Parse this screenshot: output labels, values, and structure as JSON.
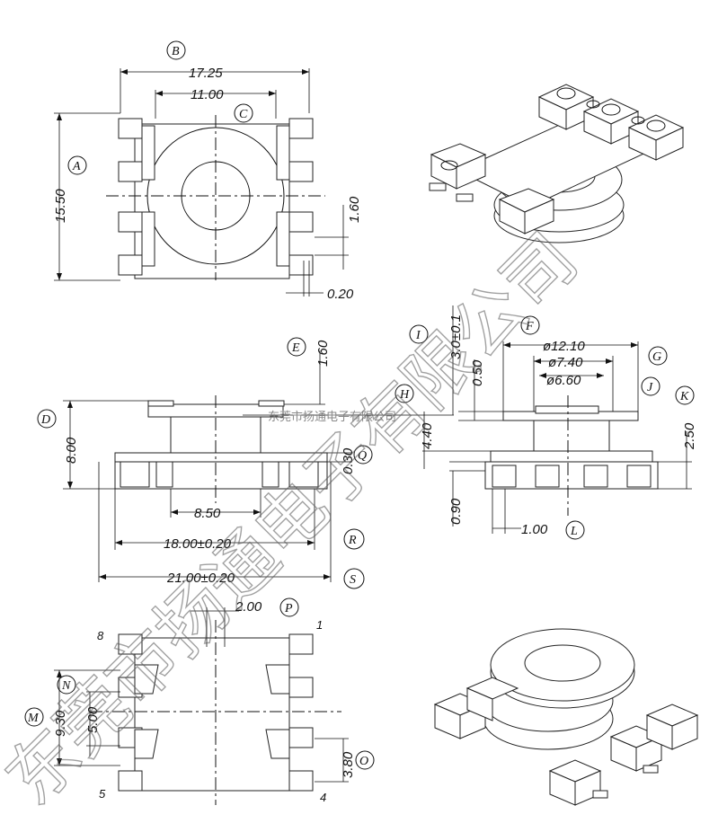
{
  "top_view": {
    "label_A": "A",
    "label_B": "B",
    "label_C": "C",
    "dim_width": "17.25",
    "dim_inner": "11.00",
    "dim_height": "15.50",
    "dim_pad": "1.60",
    "dim_gap": "0.20"
  },
  "front_view": {
    "label_D": "D",
    "label_E": "E",
    "label_Q": "Q",
    "label_R": "R",
    "label_S": "S",
    "dim_height": "8.00",
    "dim_top": "1.60",
    "dim_q": "0.30",
    "dim_core": "8.50",
    "dim_span": "18.00±0.20",
    "dim_total": "21.00±0.20",
    "inline_text": "东莞市扬通电子有限公司"
  },
  "side_view": {
    "label_F": "F",
    "label_G": "G",
    "label_H": "H",
    "label_I": "I",
    "label_J": "J",
    "label_K": "K",
    "label_L": "L",
    "dim_outer": "ø12.10",
    "dim_mid": "ø7.40",
    "dim_inner": "ø6.60",
    "dim_i": "3.0±0.1",
    "dim_h": "0.50",
    "dim_body": "4.40",
    "dim_k": "2.50",
    "dim_base": "0.90",
    "dim_l": "1.00"
  },
  "bottom_view": {
    "label_M": "M",
    "label_N": "N",
    "label_O": "O",
    "label_P": "P",
    "dim_p": "2.00",
    "dim_m": "9.30",
    "dim_n": "5.00",
    "dim_o": "3.80",
    "pin_1": "1",
    "pin_4": "4",
    "pin_5": "5",
    "pin_8": "8"
  },
  "watermark": {
    "text": "东莞市扬通电子有限公司"
  }
}
